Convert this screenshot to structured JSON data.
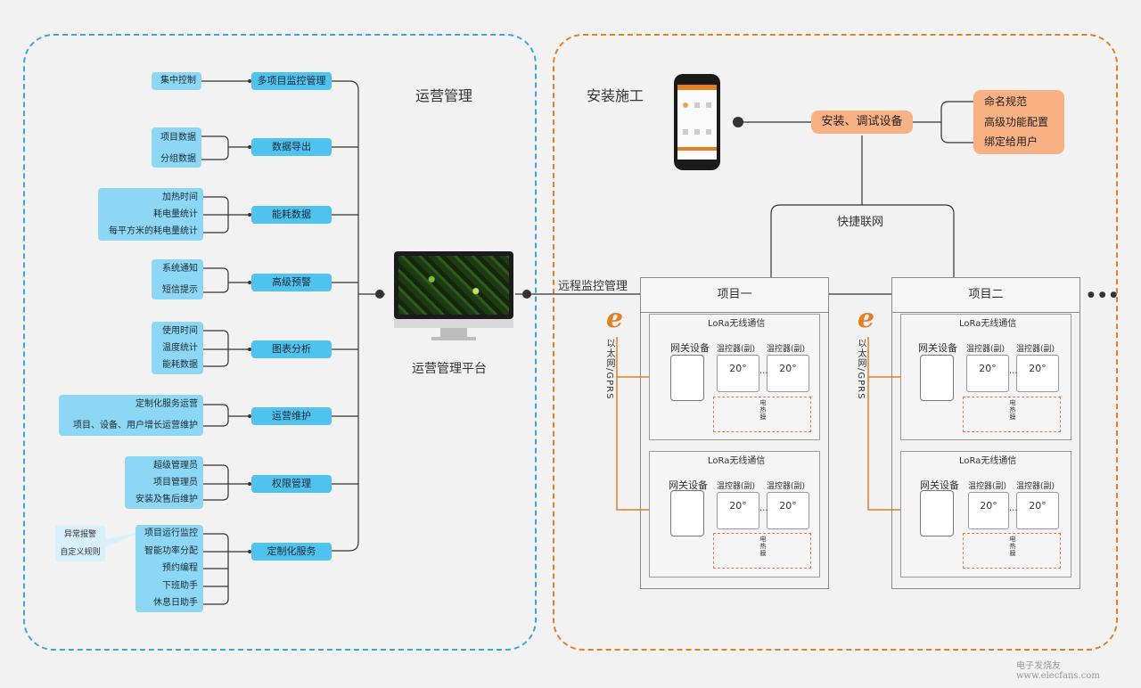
{
  "left_title": "运营管理",
  "right_title": "安装施工",
  "platform_label": "运营管理平台",
  "remote_label": "远程监控管理",
  "categories": [
    {
      "label": "多项目监控管理",
      "items": [
        "集中控制"
      ]
    },
    {
      "label": "数据导出",
      "items": [
        "项目数据",
        "分组数据"
      ]
    },
    {
      "label": "能耗数据",
      "items": [
        "加热时间",
        "耗电量统计",
        "每平方米的耗电量统计"
      ]
    },
    {
      "label": "高级预警",
      "items": [
        "系统通知",
        "短信提示"
      ]
    },
    {
      "label": "图表分析",
      "items": [
        "使用时间",
        "温度统计",
        "能耗数据"
      ]
    },
    {
      "label": "运营维护",
      "items": [
        "定制化服务运营",
        "项目、设备、用户增长运营维护"
      ]
    },
    {
      "label": "权限管理",
      "items": [
        "超级管理员",
        "项目管理员",
        "安装及售后维护"
      ]
    },
    {
      "label": "定制化服务",
      "items": [
        "项目运行监控",
        "智能功率分配",
        "预约编程",
        "下班助手",
        "休息日助手"
      ]
    }
  ],
  "callout_items": [
    "异常报警",
    "自定义规则"
  ],
  "install": {
    "step_label": "安装、调试设备",
    "options": [
      "命名规范",
      "高级功能配置",
      "绑定给用户"
    ],
    "quick_net": "快捷联网"
  },
  "projects": [
    {
      "name": "项目一"
    },
    {
      "name": "项目二"
    }
  ],
  "more": "● ● ●",
  "unit": {
    "lora": "LoRa无线通信",
    "gateway": "网关设备",
    "thermostat": "温控器(副)",
    "temp": "20°",
    "dots": "···",
    "heating": "电热膜"
  },
  "ethernet_label": "以太网/GPRS",
  "ie_icon": "e",
  "watermark": "电子发烧友 www.elecfans.com"
}
